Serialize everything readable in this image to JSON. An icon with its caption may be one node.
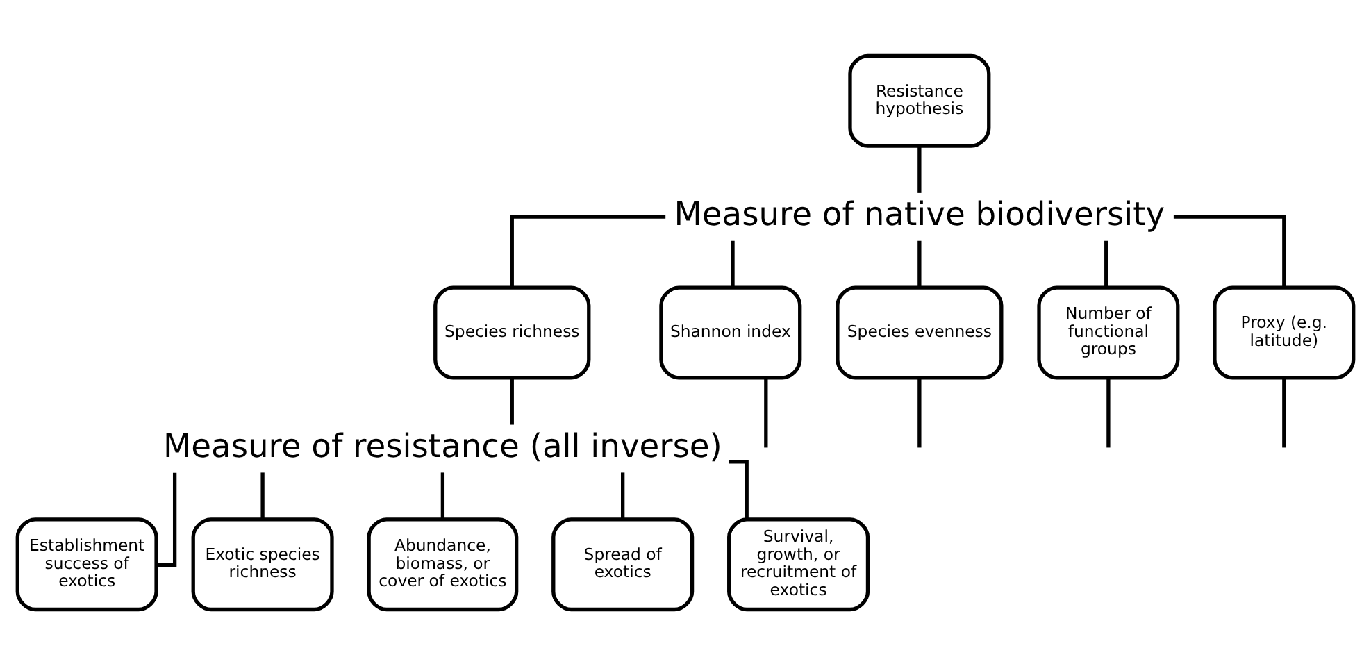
{
  "diagram": {
    "nodes": [
      {
        "text": [
          "Resistance hypothesis"
        ]
      },
      {
        "text": [
          "Measure of native biodiversity"
        ]
      },
      {
        "text": [
          "Species richness"
        ]
      },
      {
        "text": [
          "Shannon index"
        ]
      },
      {
        "text": [
          "Species evenness"
        ]
      },
      {
        "text": [
          "Number of functional groups"
        ]
      },
      {
        "text": [
          "Proxy (e.g. latitude)"
        ]
      },
      {
        "text": [
          "Measure of resistance (all inverse)"
        ]
      },
      {
        "text": [
          "Establishment success of exotics"
        ]
      },
      {
        "text": [
          "Exotic species richness"
        ]
      },
      {
        "text": [
          "Abundance, biomass, or cover of exotics"
        ]
      },
      {
        "text": [
          "Spread of exotics"
        ]
      },
      {
        "text": [
          "Survival, growth, or recruitment of exotics"
        ]
      }
    ],
    "edges": [
      {
        "from": 0,
        "to": 1,
        "arrow": "none"
      },
      {
        "from": 1,
        "to": 2,
        "arrow": "none"
      },
      {
        "from": 1,
        "to": 3,
        "arrow": "none"
      },
      {
        "from": 1,
        "to": 4,
        "arrow": "none"
      },
      {
        "from": 1,
        "to": 5,
        "arrow": "none"
      },
      {
        "from": 1,
        "to": 6,
        "arrow": "none"
      },
      {
        "from": 2,
        "to": 7,
        "arrow": "none"
      },
      {
        "from": 7,
        "to": 8,
        "arrow": "none"
      },
      {
        "from": 7,
        "to": 9,
        "arrow": "none"
      },
      {
        "from": 7,
        "to": 10,
        "arrow": "none"
      },
      {
        "from": 7,
        "to": 11,
        "arrow": "none"
      },
      {
        "from": 7,
        "to": 12,
        "arrow": "none"
      },
      {
        "from": 3,
        "to": null,
        "arrow": "none"
      },
      {
        "from": 4,
        "to": null,
        "arrow": "none"
      },
      {
        "from": 5,
        "to": null,
        "arrow": "none"
      },
      {
        "from": 6,
        "to": null,
        "arrow": "none"
      }
    ]
  }
}
